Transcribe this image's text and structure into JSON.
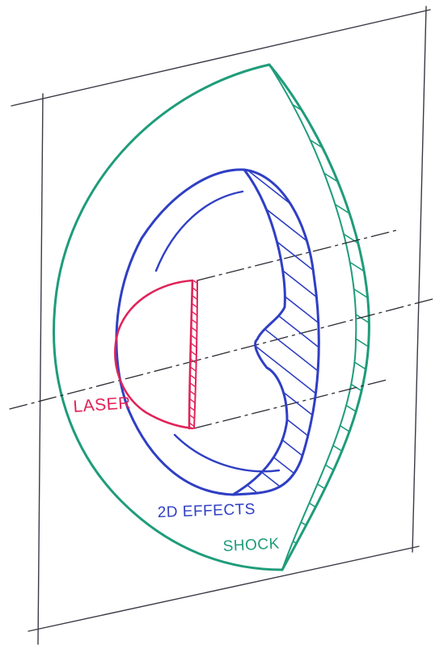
{
  "labels": {
    "laser": "LASER",
    "effects": "2D EFFECTS",
    "shock": "SHOCK"
  },
  "colors": {
    "background": "#ffffff",
    "frame": "#3a3a46",
    "laser": "#e0245a",
    "effects": "#2f3fc4",
    "shock": "#1f9c7a",
    "axis": "#2b2b35"
  }
}
